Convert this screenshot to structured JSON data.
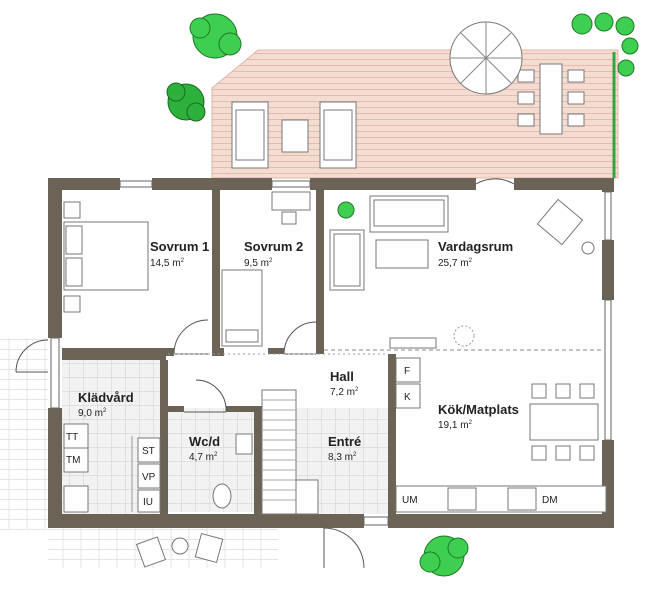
{
  "rooms": [
    {
      "id": "sovrum1",
      "name": "Sovrum 1",
      "area": "14,5 m",
      "unit_sup": "2"
    },
    {
      "id": "sovrum2",
      "name": "Sovrum 2",
      "area": "9,5 m",
      "unit_sup": "2"
    },
    {
      "id": "vardagsrum",
      "name": "Vardagsrum",
      "area": "25,7 m",
      "unit_sup": "2"
    },
    {
      "id": "kladvard",
      "name": "Klädvård",
      "area": "9,0 m",
      "unit_sup": "2"
    },
    {
      "id": "hall",
      "name": "Hall",
      "area": "7,2 m",
      "unit_sup": "2"
    },
    {
      "id": "wcd",
      "name": "Wc/d",
      "area": "4,7 m",
      "unit_sup": "2"
    },
    {
      "id": "entre",
      "name": "Entré",
      "area": "8,3 m",
      "unit_sup": "2"
    },
    {
      "id": "kok",
      "name": "Kök/Matplats",
      "area": "19,1 m",
      "unit_sup": "2"
    }
  ],
  "appliance_codes": {
    "tt": "TT",
    "tm": "TM",
    "st": "ST",
    "vp": "VP",
    "iu": "IU",
    "f": "F",
    "k": "K",
    "um": "UM",
    "dm": "DM"
  },
  "colors": {
    "wall": "#6b6356",
    "deck": "#f2d6cc",
    "deck_line": "#e0b8aa",
    "tile": "#e9e9e9",
    "tree": "#3fcf50"
  }
}
